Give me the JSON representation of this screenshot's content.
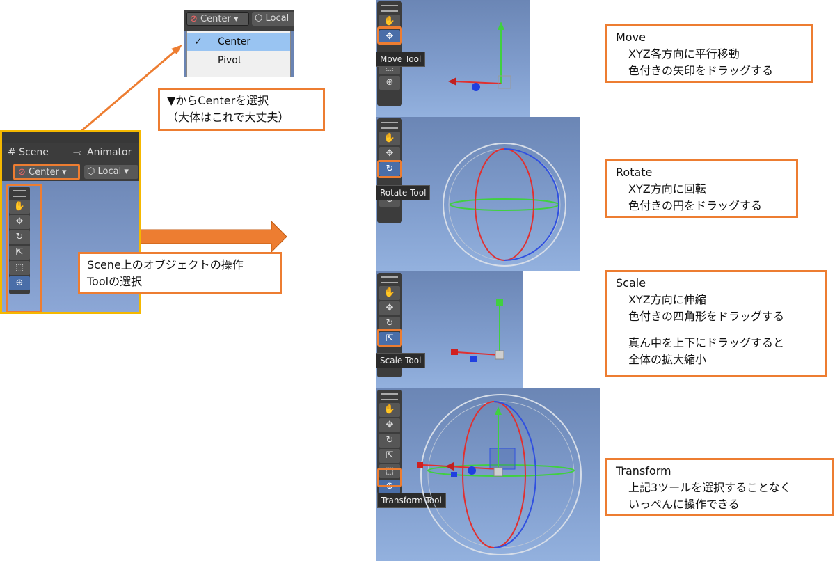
{
  "dropdown_shot": {
    "pivot_btn": "Center",
    "handle_btn": "Local",
    "menu": [
      {
        "label": "Center",
        "checked": "✓"
      },
      {
        "label": "Pivot",
        "checked": ""
      }
    ]
  },
  "note_select": {
    "line1": "▼からCenterを選択",
    "line2": "（大体はこれで大丈夫）"
  },
  "left_panel": {
    "tab_scene": "# Scene",
    "tab_animator": "Animator",
    "pivot_btn": "Center",
    "handle_btn": "Local"
  },
  "note_tool": {
    "line1": "Scene上のオブジェクトの操作",
    "line2": "Toolの選択"
  },
  "tooltips": {
    "move": "Move Tool",
    "rotate": "Rotate Tool",
    "scale": "Scale Tool",
    "transform": "Transform Tool"
  },
  "callouts": {
    "move": {
      "title": "Move",
      "l1": "XYZ各方向に平行移動",
      "l2": "色付きの矢印をドラッグする"
    },
    "rotate": {
      "title": "Rotate",
      "l1": "XYZ方向に回転",
      "l2": "色付きの円をドラッグする"
    },
    "scale": {
      "title": "Scale",
      "l1": "XYZ方向に伸縮",
      "l2": "色付きの四角形をドラッグする",
      "l3": "真ん中を上下にドラッグすると",
      "l4": "全体の拡大縮小"
    },
    "transform": {
      "title": "Transform",
      "l1": "上記3ツールを選択することなく",
      "l2": "いっぺんに操作できる"
    }
  },
  "toolbar_icons": [
    "hand-icon",
    "move-icon",
    "rotate-icon",
    "scale-icon",
    "rect-icon",
    "transform-icon"
  ],
  "colors": {
    "accent_orange": "#ed7d31",
    "panel_border": "#f5b800",
    "x_axis": "#e03030",
    "y_axis": "#40d040",
    "z_axis": "#3050e0"
  }
}
